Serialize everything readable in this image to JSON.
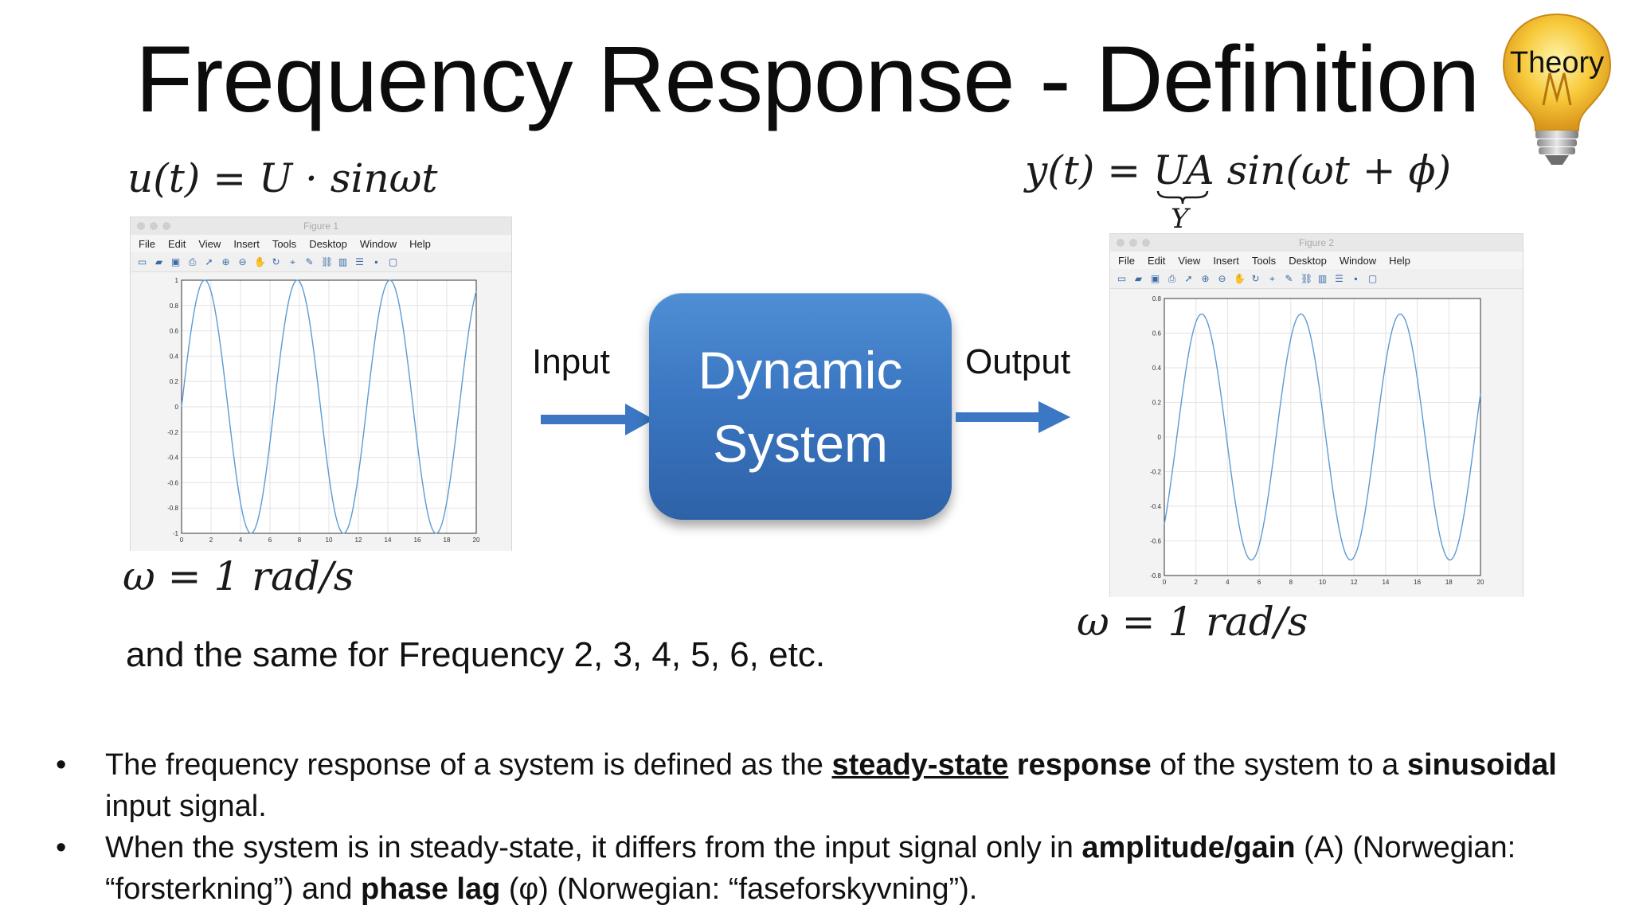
{
  "title": "Frequency Response - Definition",
  "badge": "Theory",
  "eq_input": "u(t) = U · sinωt",
  "eq_output": "y(t) = UA  sin(ωt + ϕ)",
  "eq_output_sub": "Y",
  "omega_input": "ω = 1 rad/s",
  "omega_output": "ω = 1 rad/s",
  "same_text": "and the same for Frequency 2, 3, 4, 5, 6, etc.",
  "input_label": "Input",
  "output_label": "Output",
  "system_label": "Dynamic\nSystem",
  "colors": {
    "system_box": "#3b77c2",
    "arrow": "#3b77c2",
    "plot_line": "#5b9bd5"
  },
  "figure1": {
    "window_title": "Figure 1",
    "menu": [
      "File",
      "Edit",
      "View",
      "Insert",
      "Tools",
      "Desktop",
      "Window",
      "Help"
    ],
    "toolbar_icons": [
      "new-icon",
      "open-icon",
      "save-icon",
      "print-icon",
      "pointer-icon",
      "zoom-in-icon",
      "zoom-out-icon",
      "pan-icon",
      "rotate-icon",
      "datacursor-icon",
      "brush-icon",
      "link-icon",
      "colorbar-icon",
      "legend-icon",
      "hide-icon",
      "show-icon"
    ]
  },
  "figure2": {
    "window_title": "Figure 2",
    "menu": [
      "File",
      "Edit",
      "View",
      "Insert",
      "Tools",
      "Desktop",
      "Window",
      "Help"
    ],
    "toolbar_icons": [
      "new-icon",
      "open-icon",
      "save-icon",
      "print-icon",
      "pointer-icon",
      "zoom-in-icon",
      "zoom-out-icon",
      "pan-icon",
      "rotate-icon",
      "datacursor-icon",
      "brush-icon",
      "link-icon",
      "colorbar-icon",
      "legend-icon",
      "hide-icon",
      "show-icon"
    ]
  },
  "chart_data": [
    {
      "type": "line",
      "function": "sin(t)",
      "amplitude": 1,
      "omega": 1,
      "phase": 0,
      "xlim": [
        0,
        20
      ],
      "ylim": [
        -1,
        1
      ],
      "xticks": [
        "0",
        "2",
        "4",
        "6",
        "8",
        "10",
        "12",
        "14",
        "16",
        "18",
        "20"
      ],
      "yticks": [
        "1",
        "0.8",
        "0.6",
        "0.4",
        "0.2",
        "0",
        "-0.2",
        "-0.4",
        "-0.6",
        "-0.8",
        "-1"
      ],
      "grid": true
    },
    {
      "type": "line",
      "function": "0.71·sin(t − 0.79)",
      "amplitude": 0.71,
      "omega": 1,
      "phase": -0.79,
      "xlim": [
        0,
        20
      ],
      "ylim": [
        -0.8,
        0.8
      ],
      "xticks": [
        "0",
        "2",
        "4",
        "6",
        "8",
        "10",
        "12",
        "14",
        "16",
        "18",
        "20"
      ],
      "yticks": [
        "0.8",
        "0.6",
        "0.4",
        "0.2",
        "0",
        "-0.2",
        "-0.4",
        "-0.6",
        "-0.8"
      ],
      "grid": true
    }
  ],
  "bullets": [
    [
      {
        "t": "The frequency response of a system is defined as the ",
        "b": false,
        "u": false
      },
      {
        "t": "steady-state",
        "b": true,
        "u": true
      },
      {
        "t": " ",
        "b": false,
        "u": false
      },
      {
        "t": "response",
        "b": true,
        "u": false
      },
      {
        "t": " of the system to a ",
        "b": false,
        "u": false
      },
      {
        "t": "sinusoidal",
        "b": true,
        "u": false
      },
      {
        "t": " input signal.",
        "b": false,
        "u": false
      }
    ],
    [
      {
        "t": "When the system is in steady-state, it differs from the input signal only in ",
        "b": false,
        "u": false
      },
      {
        "t": "amplitude/gain",
        "b": true,
        "u": false
      },
      {
        "t": " (A) (Norwegian: “forsterkning”) and ",
        "b": false,
        "u": false
      },
      {
        "t": "phase lag",
        "b": true,
        "u": false
      },
      {
        "t": " (φ) (Norwegian: “faseforskyvning”).",
        "b": false,
        "u": false
      }
    ]
  ]
}
